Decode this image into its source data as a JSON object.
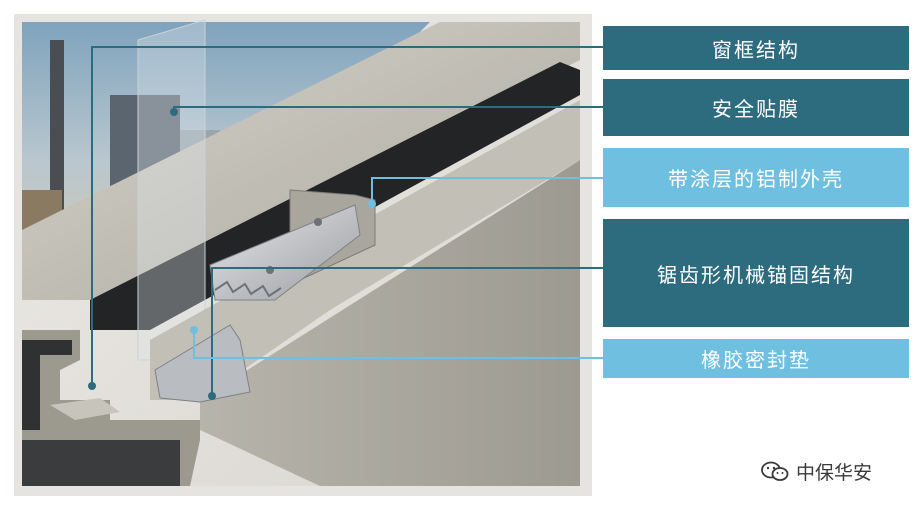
{
  "labels": [
    {
      "text": "窗框结构",
      "style": "dark"
    },
    {
      "text": "安全贴膜",
      "style": "dark"
    },
    {
      "text": "带涂层的铝制外壳",
      "style": "light"
    },
    {
      "text": "锯齿形机械锚固结构",
      "style": "dark"
    },
    {
      "text": "橡胶密封垫",
      "style": "light"
    }
  ],
  "watermark": {
    "text": "中保华安",
    "icon": "wechat-icon"
  },
  "colors": {
    "label_dark": "#2d6b7f",
    "label_light": "#6fc0e0",
    "leader_dark": "#2d6b7f",
    "leader_light": "#6fc0e0",
    "frame_outer": "#9e9b92",
    "frame_face": "#c4c1b8",
    "frame_shadow": "#2a2a2a",
    "background_panel": "#e4e2de"
  }
}
